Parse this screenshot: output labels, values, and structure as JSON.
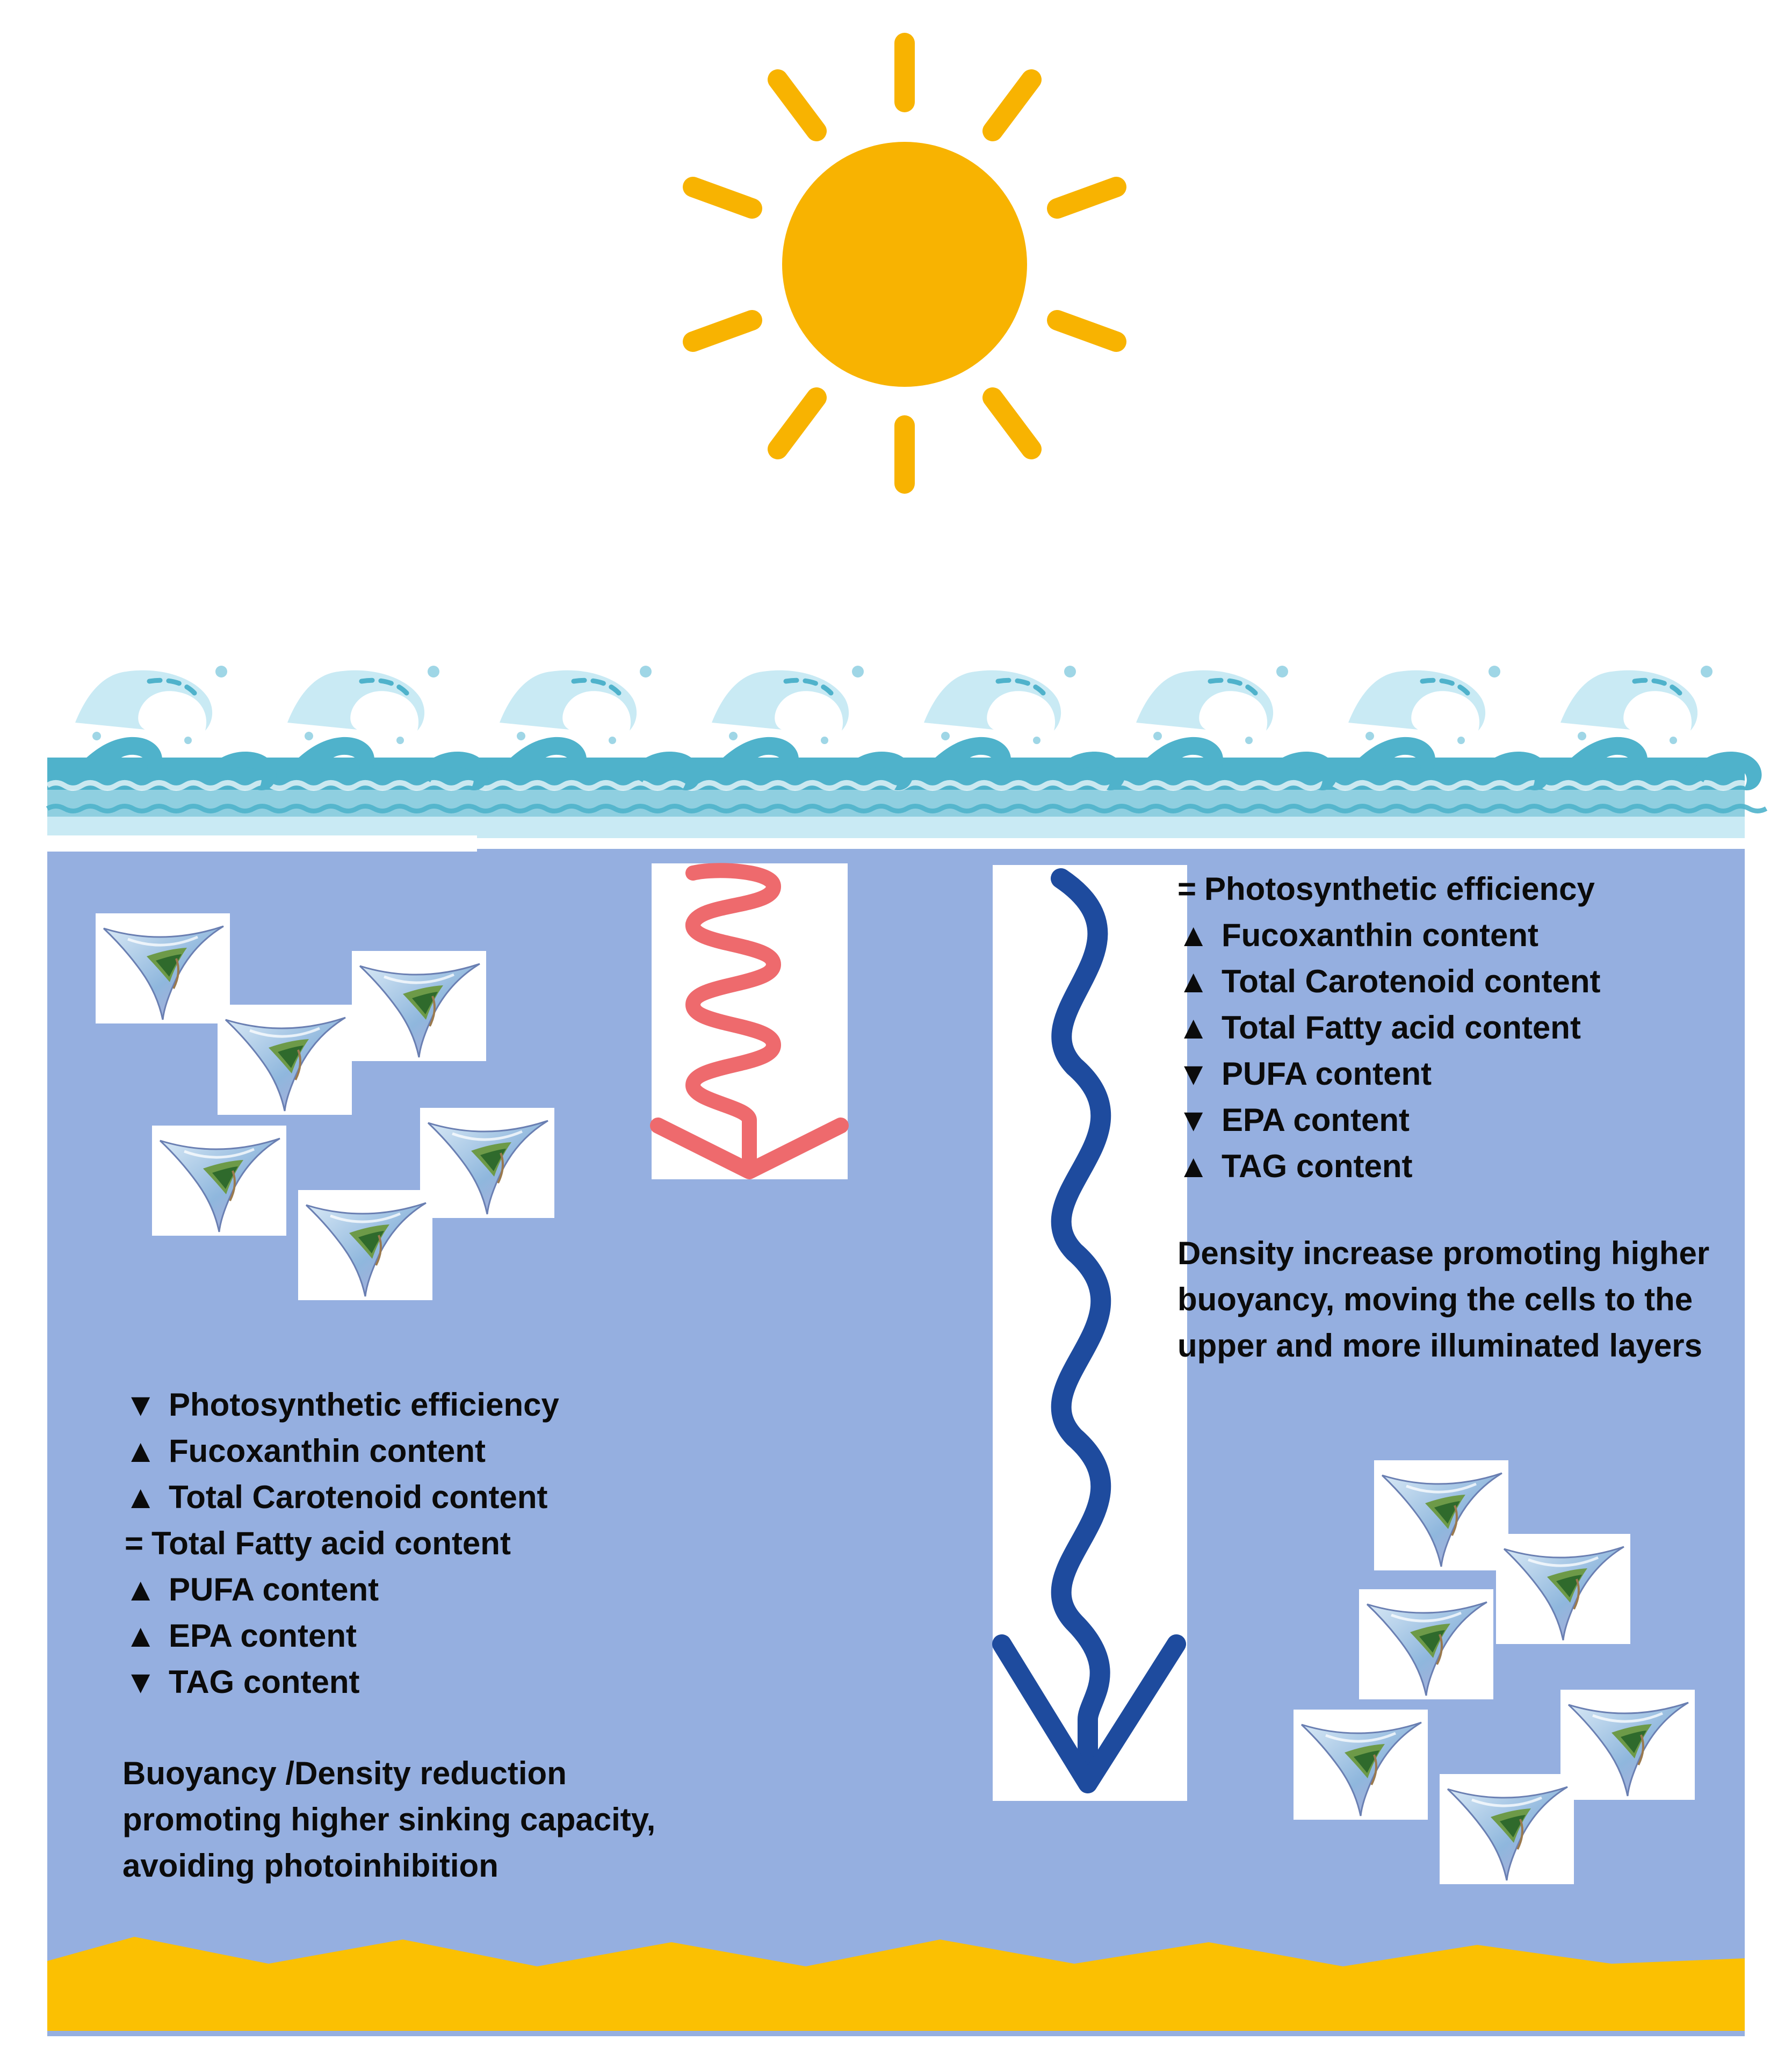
{
  "colors": {
    "sun": "#F8B301",
    "water": "#95AFE0",
    "sand": "#FBC002",
    "wave_dark": "#4FB2CB",
    "wave_mid": "#8FCFE0",
    "wave_light": "#C9EAF4",
    "arrow_red": "#EE6A6D",
    "arrow_blue": "#1E4B9E",
    "text": "#0B0B0B"
  },
  "icons": {
    "sun": "sun-icon",
    "waves": "wave-icon",
    "cell": "diatom-cell-icon",
    "short_arrow": "red-wavy-arrow-icon",
    "long_arrow": "blue-wavy-arrow-icon"
  },
  "symbols": {
    "up": "▲",
    "down": "▼",
    "equal": "="
  },
  "left_panel": {
    "items": [
      {
        "dir": "down",
        "text": "Photosynthetic efficiency"
      },
      {
        "dir": "up",
        "text": "Fucoxanthin content"
      },
      {
        "dir": "up",
        "text": "Total Carotenoid content"
      },
      {
        "dir": "equal",
        "text": "Total Fatty acid content"
      },
      {
        "dir": "up",
        "text": "PUFA content"
      },
      {
        "dir": "up",
        "text": "EPA content"
      },
      {
        "dir": "down",
        "text": "TAG content"
      }
    ],
    "summary": [
      "Buoyancy /Density reduction",
      "promoting higher sinking capacity,",
      "avoiding photoinhibition"
    ]
  },
  "right_panel": {
    "items": [
      {
        "dir": "equal",
        "text": "Photosynthetic efficiency"
      },
      {
        "dir": "up",
        "text": "Fucoxanthin content"
      },
      {
        "dir": "up",
        "text": "Total Carotenoid content"
      },
      {
        "dir": "up",
        "text": "Total Fatty acid content"
      },
      {
        "dir": "down",
        "text": "PUFA content"
      },
      {
        "dir": "down",
        "text": "EPA content"
      },
      {
        "dir": "up",
        "text": "TAG content"
      }
    ],
    "summary": [
      "Density increase promoting higher",
      "buoyancy, moving the cells to the",
      "upper and more illuminated layers"
    ]
  }
}
